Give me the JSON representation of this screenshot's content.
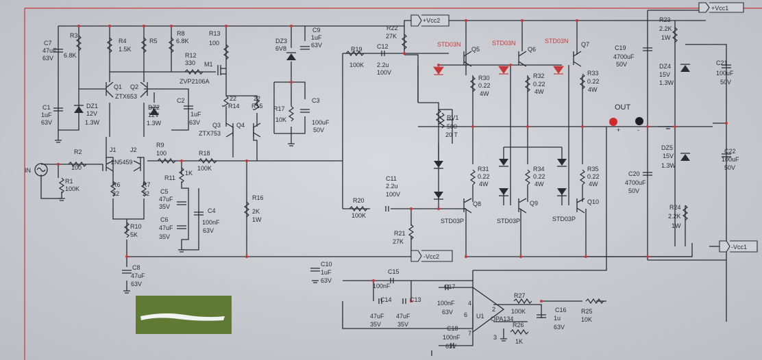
{
  "colors": {
    "background": "#cfd1d8",
    "wire": "#2a2b33",
    "border": "#c8383a",
    "output_transistor_label": "#c83a3a",
    "redaction_block": "#5e7a35"
  },
  "rails": {
    "vcc1_pos": "+Vcc1",
    "vcc1_neg": "-Vcc1",
    "vcc2_pos": "+Vcc2",
    "vcc2_neg": "-Vcc2"
  },
  "io": {
    "input": "IN",
    "output": "OUT",
    "plus": "+",
    "minus": "-"
  },
  "parts": [
    {
      "id": "C7",
      "v1": "47uF",
      "v2": "63V"
    },
    {
      "id": "R3",
      "v1": "6.8K"
    },
    {
      "id": "R4",
      "v1": "1.5K"
    },
    {
      "id": "R5"
    },
    {
      "id": "R8",
      "v1": "6.8K"
    },
    {
      "id": "R13",
      "v1": "100"
    },
    {
      "id": "R12",
      "v1": "330"
    },
    {
      "id": "M1",
      "v1": "ZVP2106A"
    },
    {
      "id": "DZ3",
      "v1": "6V8"
    },
    {
      "id": "C9",
      "v1": "1uF",
      "v2": "63V"
    },
    {
      "id": "R22",
      "v1": "27K"
    },
    {
      "id": "R19",
      "v1": "100K"
    },
    {
      "id": "C12",
      "v1": "2.2u",
      "v2": "100V"
    },
    {
      "id": "Q1"
    },
    {
      "id": "Q2",
      "v1": "ZTX653"
    },
    {
      "id": "C1",
      "v1": "1uF",
      "v2": "63V"
    },
    {
      "id": "DZ1",
      "v1": "12V",
      "v2": "1.3W"
    },
    {
      "id": "DZ2",
      "v1": "12V",
      "v2": "1.3W"
    },
    {
      "id": "C2",
      "v1": "1uF",
      "v2": "63V"
    },
    {
      "id": "R14",
      "v1": "22"
    },
    {
      "id": "R15",
      "v1": "22"
    },
    {
      "id": "Q3",
      "v1": "ZTX753"
    },
    {
      "id": "Q4"
    },
    {
      "id": "R17",
      "v1": "10K"
    },
    {
      "id": "C3",
      "v1": "100uF",
      "v2": "50V"
    },
    {
      "id": "R2",
      "v1": "100"
    },
    {
      "id": "R1",
      "v1": "100K"
    },
    {
      "id": "J1"
    },
    {
      "id": "J2",
      "v1": "2N5459"
    },
    {
      "id": "R9",
      "v1": "100"
    },
    {
      "id": "R18",
      "v1": "100K"
    },
    {
      "id": "R11",
      "v1": "1K"
    },
    {
      "id": "R6",
      "v1": "22"
    },
    {
      "id": "R7",
      "v1": "22"
    },
    {
      "id": "C5",
      "v1": "47uF",
      "v2": "35V"
    },
    {
      "id": "C6",
      "v1": "47uF",
      "v2": "35V"
    },
    {
      "id": "C4",
      "v1": "100nF",
      "v2": "63V"
    },
    {
      "id": "R16",
      "v1": "2K",
      "v2": "1W"
    },
    {
      "id": "R10",
      "v1": "5K"
    },
    {
      "id": "C8",
      "v1": "47uF",
      "v2": "63V"
    },
    {
      "id": "C10",
      "v1": "1uF",
      "v2": "63V"
    },
    {
      "id": "C11",
      "v1": "2.2u",
      "v2": "100V"
    },
    {
      "id": "R20",
      "v1": "100K"
    },
    {
      "id": "R21",
      "v1": "27K"
    },
    {
      "id": "RV1",
      "v1": "500",
      "v2": "20 T"
    },
    {
      "id": "Q5",
      "v1": "STD03N"
    },
    {
      "id": "Q6",
      "v1": "STD03N"
    },
    {
      "id": "Q7",
      "v1": "STD03N"
    },
    {
      "id": "R30",
      "v1": "0.22",
      "v2": "4W"
    },
    {
      "id": "R32",
      "v1": "0.22",
      "v2": "4W"
    },
    {
      "id": "R33",
      "v1": "0.22",
      "v2": "4W"
    },
    {
      "id": "R31",
      "v1": "0.22",
      "v2": "4W"
    },
    {
      "id": "R34",
      "v1": "0.22",
      "v2": "4W"
    },
    {
      "id": "R35",
      "v1": "0.22",
      "v2": "4W"
    },
    {
      "id": "Q8",
      "v1": "STD03P"
    },
    {
      "id": "Q9",
      "v1": "STD03P"
    },
    {
      "id": "Q10",
      "v1": "STD03P"
    },
    {
      "id": "R23",
      "v1": "2.2K",
      "v2": "1W"
    },
    {
      "id": "C19",
      "v1": "4700uF",
      "v2": "50V"
    },
    {
      "id": "DZ4",
      "v1": "15V",
      "v2": "1.3W"
    },
    {
      "id": "C21",
      "v1": "100uF",
      "v2": "50V"
    },
    {
      "id": "DZ5",
      "v1": "15V",
      "v2": "1.3W"
    },
    {
      "id": "C22",
      "v1": "100uF",
      "v2": "50V"
    },
    {
      "id": "C20",
      "v1": "4700uF",
      "v2": "50V"
    },
    {
      "id": "R24",
      "v1": "2.2K",
      "v2": "1W"
    },
    {
      "id": "C15",
      "v1": "100nF"
    },
    {
      "id": "C14",
      "v1": "47uF",
      "v2": "35V"
    },
    {
      "id": "C13",
      "v1": "47uF",
      "v2": "35V"
    },
    {
      "id": "C17",
      "v1": "100nF",
      "v2": "63V"
    },
    {
      "id": "U1",
      "v1": "OPA134"
    },
    {
      "id": "R27",
      "v1": "100K"
    },
    {
      "id": "C16",
      "v1": "1u",
      "v2": "63V"
    },
    {
      "id": "R25",
      "v1": "10K"
    },
    {
      "id": "R26",
      "v1": "1K"
    },
    {
      "id": "C18",
      "v1": "100nF",
      "v2": "63V"
    }
  ],
  "pins": {
    "p2": "2",
    "p3": "3",
    "p4": "4",
    "p6": "6",
    "p7": "7"
  }
}
